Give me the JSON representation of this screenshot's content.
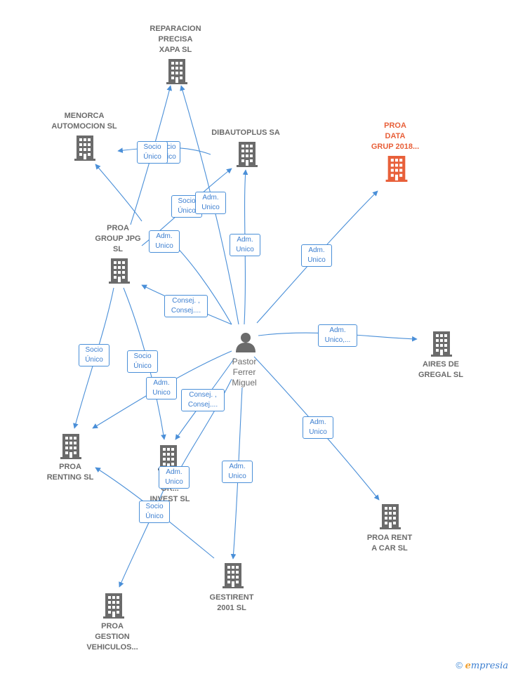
{
  "person": {
    "name": "Pastor\nFerrer\nMiguel",
    "icon": "person-icon"
  },
  "companies": [
    {
      "id": "reparacion",
      "name": "REPARACION\nPRECISA\nXAPA  SL",
      "color": "#6b6b6b"
    },
    {
      "id": "menorca",
      "name": "MENORCA\nAUTOMOCION SL",
      "color": "#6b6b6b"
    },
    {
      "id": "dibautoplus",
      "name": "DIBAUTOPLUS SA",
      "color": "#6b6b6b"
    },
    {
      "id": "proadata",
      "name": "PROA\nDATA\nGRUP 2018...",
      "color": "#e8603a"
    },
    {
      "id": "proagroup",
      "name": "PROA\nGROUP JPG\nSL",
      "color": "#6b6b6b"
    },
    {
      "id": "aires",
      "name": "AIRES DE\nGREGAL  SL",
      "color": "#6b6b6b"
    },
    {
      "id": "proarenting",
      "name": "PROA\nRENTING  SL",
      "color": "#6b6b6b"
    },
    {
      "id": "proainvest",
      "name": "P...\nGR...\nINVEST  SL",
      "color": "#6b6b6b"
    },
    {
      "id": "proarentacar",
      "name": "PROA RENT\nA CAR SL",
      "color": "#6b6b6b"
    },
    {
      "id": "gestirent",
      "name": "GESTIRENT\n2001 SL",
      "color": "#6b6b6b"
    },
    {
      "id": "proagestion",
      "name": "PROA\nGESTION\nVEHICULOS...",
      "color": "#6b6b6b"
    }
  ],
  "edge_labels": {
    "socio_unico": "Socio\nÚnico",
    "adm_unico": "Adm.\nUnico",
    "consej": "Consej. ,\nConsej....",
    "adm_unico_ellipsis": "Adm.\nUnico,...",
    "socio_unico_hidden": "Socio\nÚnico"
  },
  "footer": {
    "copyright": "©",
    "brand_e": "e",
    "brand_rest": "mpresia"
  },
  "colors": {
    "edge": "#4a8fd8",
    "building": "#6b6b6b",
    "highlight": "#e8603a"
  }
}
